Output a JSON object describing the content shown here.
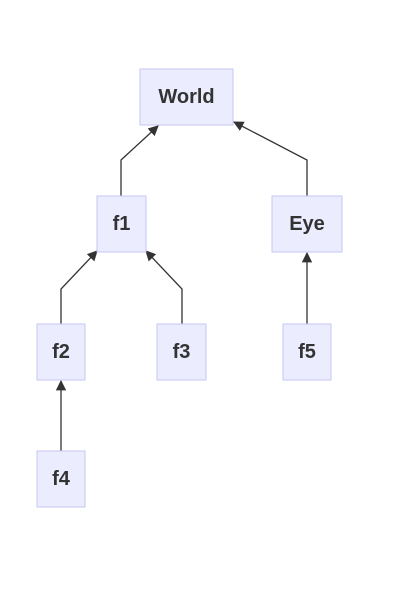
{
  "diagram": {
    "nodes": {
      "world": "World",
      "f1": "f1",
      "eye": "Eye",
      "f2": "f2",
      "f3": "f3",
      "f5": "f5",
      "f4": "f4"
    },
    "edges": [
      {
        "from": "f1",
        "to": "World"
      },
      {
        "from": "Eye",
        "to": "World"
      },
      {
        "from": "f2",
        "to": "f1"
      },
      {
        "from": "f3",
        "to": "f1"
      },
      {
        "from": "f5",
        "to": "Eye"
      },
      {
        "from": "f4",
        "to": "f2"
      }
    ]
  },
  "colors": {
    "node_fill": "#ececff",
    "node_border": "#c6c6f3",
    "edge": "#333333",
    "text": "#333333"
  }
}
